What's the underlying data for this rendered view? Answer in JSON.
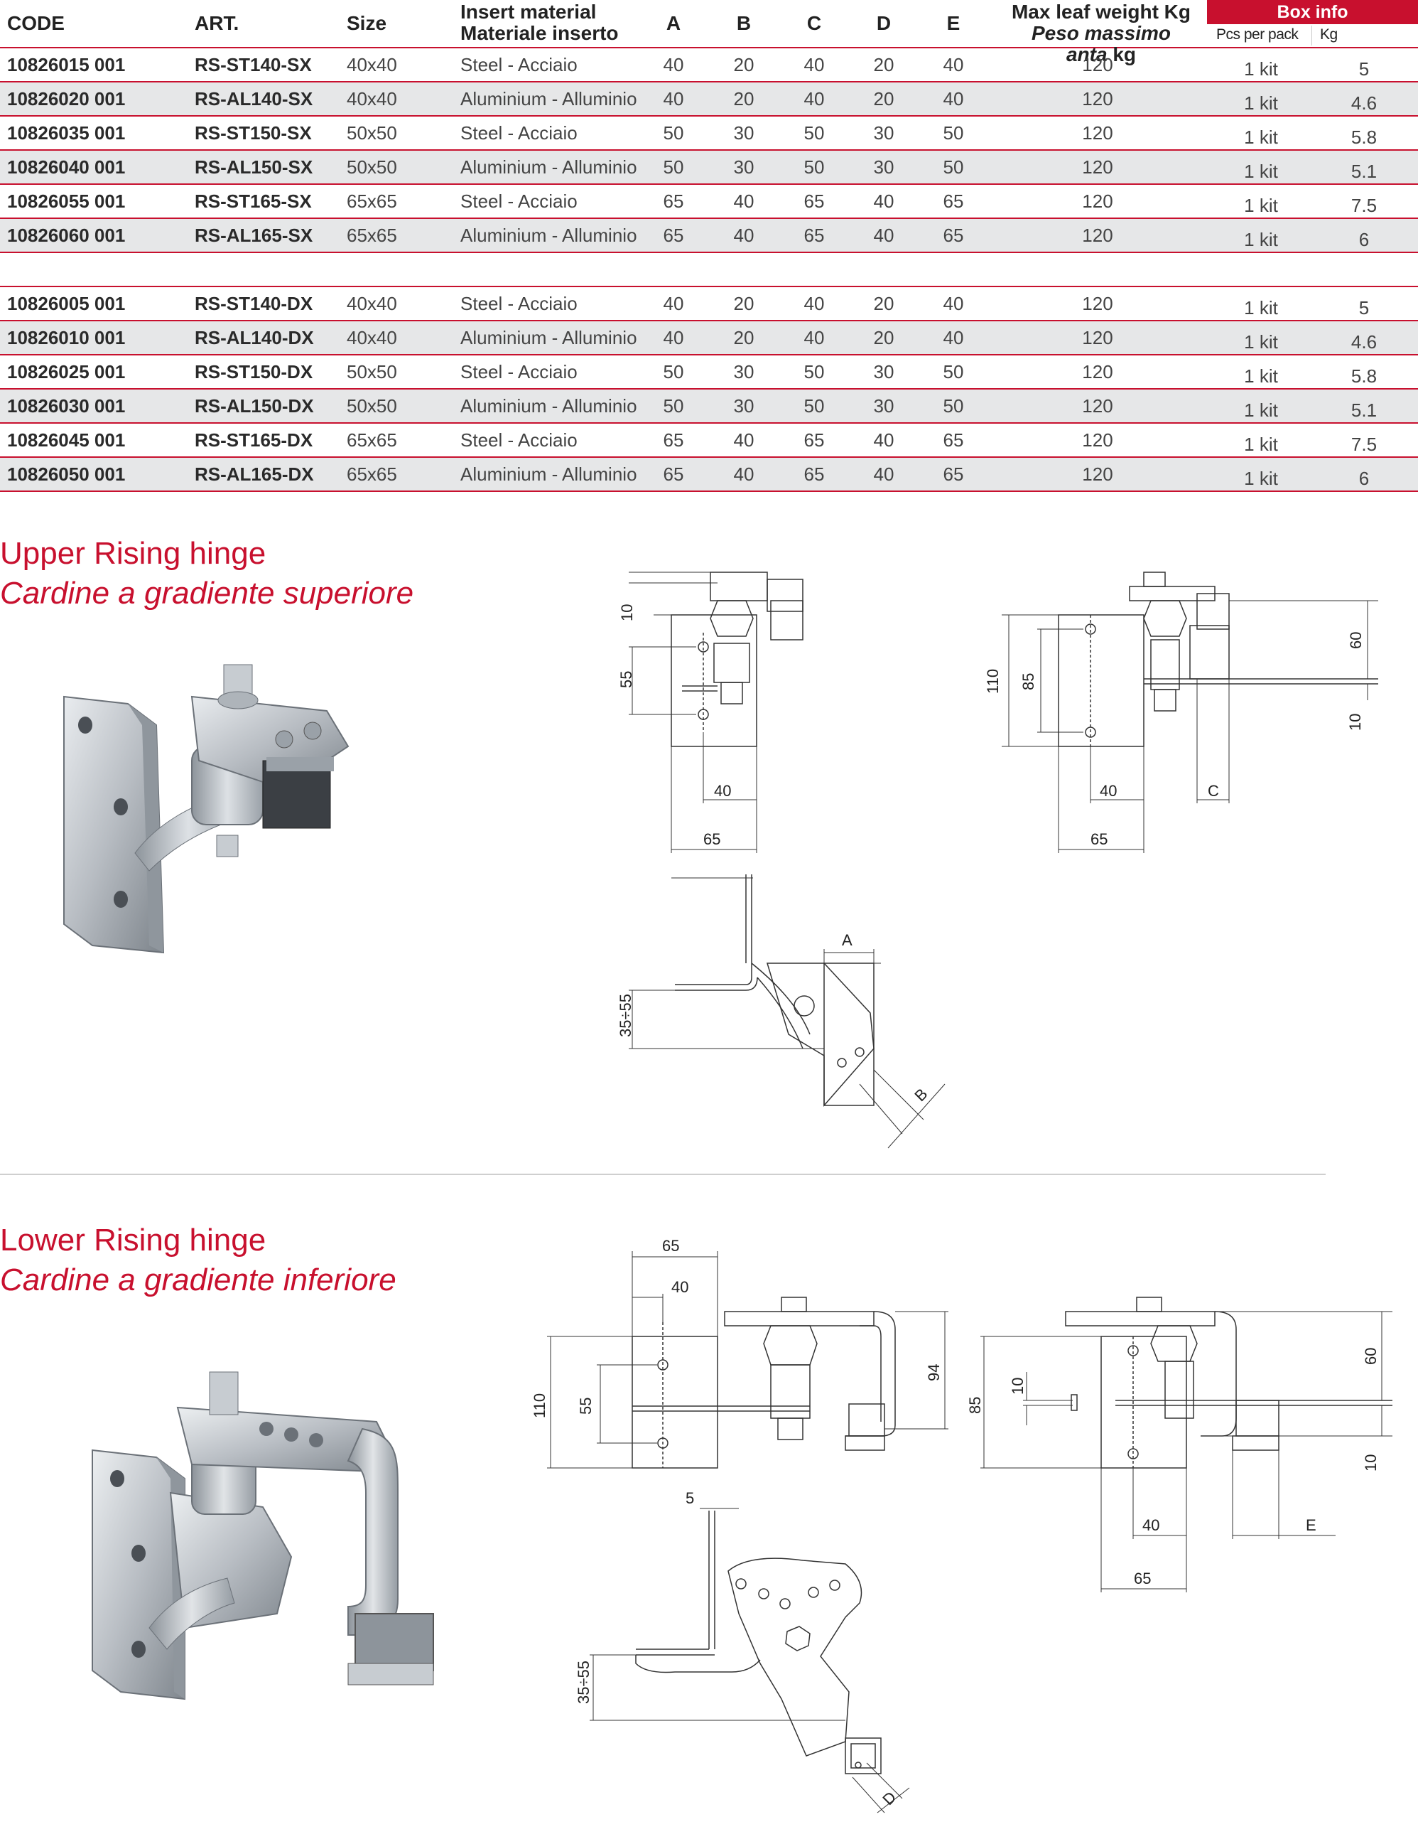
{
  "table": {
    "headers": {
      "code": "CODE",
      "art": "ART.",
      "size": "Size",
      "insert_material_en": "Insert material",
      "insert_material_it": "Materiale inserto",
      "a": "A",
      "b": "B",
      "c": "C",
      "d": "D",
      "e": "E",
      "max_leaf_en": "Max leaf weight Kg",
      "max_leaf_it": "Peso massimo anta",
      "max_leaf_it_unit": "kg",
      "box_info": "Box info",
      "pcs_per_pack": "Pcs per pack",
      "kg": "Kg"
    },
    "rows_sx": [
      {
        "code": "10826015 001",
        "art": "RS-ST140-SX",
        "size": "40x40",
        "material": "Steel - Acciaio",
        "a": "40",
        "b": "20",
        "c": "40",
        "d": "20",
        "e": "40",
        "max": "120",
        "pcs": "1 kit",
        "kg": "5"
      },
      {
        "code": "10826020 001",
        "art": "RS-AL140-SX",
        "size": "40x40",
        "material": "Aluminium - Alluminio",
        "a": "40",
        "b": "20",
        "c": "40",
        "d": "20",
        "e": "40",
        "max": "120",
        "pcs": "1 kit",
        "kg": "4.6"
      },
      {
        "code": "10826035 001",
        "art": "RS-ST150-SX",
        "size": "50x50",
        "material": "Steel - Acciaio",
        "a": "50",
        "b": "30",
        "c": "50",
        "d": "30",
        "e": "50",
        "max": "120",
        "pcs": "1 kit",
        "kg": "5.8"
      },
      {
        "code": "10826040 001",
        "art": "RS-AL150-SX",
        "size": "50x50",
        "material": "Aluminium - Alluminio",
        "a": "50",
        "b": "30",
        "c": "50",
        "d": "30",
        "e": "50",
        "max": "120",
        "pcs": "1 kit",
        "kg": "5.1"
      },
      {
        "code": "10826055 001",
        "art": "RS-ST165-SX",
        "size": "65x65",
        "material": "Steel - Acciaio",
        "a": "65",
        "b": "40",
        "c": "65",
        "d": "40",
        "e": "65",
        "max": "120",
        "pcs": "1 kit",
        "kg": "7.5"
      },
      {
        "code": "10826060 001",
        "art": "RS-AL165-SX",
        "size": "65x65",
        "material": "Aluminium - Alluminio",
        "a": "65",
        "b": "40",
        "c": "65",
        "d": "40",
        "e": "65",
        "max": "120",
        "pcs": "1 kit",
        "kg": "6"
      }
    ],
    "rows_dx": [
      {
        "code": "10826005 001",
        "art": "RS-ST140-DX",
        "size": "40x40",
        "material": "Steel - Acciaio",
        "a": "40",
        "b": "20",
        "c": "40",
        "d": "20",
        "e": "40",
        "max": "120",
        "pcs": "1 kit",
        "kg": "5"
      },
      {
        "code": "10826010 001",
        "art": "RS-AL140-DX",
        "size": "40x40",
        "material": "Aluminium - Alluminio",
        "a": "40",
        "b": "20",
        "c": "40",
        "d": "20",
        "e": "40",
        "max": "120",
        "pcs": "1 kit",
        "kg": "4.6"
      },
      {
        "code": "10826025 001",
        "art": "RS-ST150-DX",
        "size": "50x50",
        "material": "Steel - Acciaio",
        "a": "50",
        "b": "30",
        "c": "50",
        "d": "30",
        "e": "50",
        "max": "120",
        "pcs": "1 kit",
        "kg": "5.8"
      },
      {
        "code": "10826030 001",
        "art": "RS-AL150-DX",
        "size": "50x50",
        "material": "Aluminium - Alluminio",
        "a": "50",
        "b": "30",
        "c": "50",
        "d": "30",
        "e": "50",
        "max": "120",
        "pcs": "1 kit",
        "kg": "5.1"
      },
      {
        "code": "10826045 001",
        "art": "RS-ST165-DX",
        "size": "65x65",
        "material": "Steel - Acciaio",
        "a": "65",
        "b": "40",
        "c": "65",
        "d": "40",
        "e": "65",
        "max": "120",
        "pcs": "1 kit",
        "kg": "7.5"
      },
      {
        "code": "10826050 001",
        "art": "RS-AL165-DX",
        "size": "65x65",
        "material": "Aluminium - Alluminio",
        "a": "65",
        "b": "40",
        "c": "65",
        "d": "40",
        "e": "65",
        "max": "120",
        "pcs": "1 kit",
        "kg": "6"
      }
    ]
  },
  "upper": {
    "title_en": "Upper Rising hinge",
    "title_it": "Cardine a gradiente superiore",
    "dims": {
      "d10": "10",
      "d55": "55",
      "d40": "40",
      "d65": "65",
      "d110": "110",
      "d85": "85",
      "d60": "60",
      "d10b": "10",
      "c": "C",
      "a": "A",
      "b": "B",
      "d3555": "35÷55"
    }
  },
  "lower": {
    "title_en": "Lower Rising hinge",
    "title_it": "Cardine a gradiente inferiore",
    "dims": {
      "d65": "65",
      "d40": "40",
      "d110": "110",
      "d55": "55",
      "d94": "94",
      "d85": "85",
      "d10": "10",
      "d60": "60",
      "d10b": "10",
      "d40b": "40",
      "e": "E",
      "d65b": "65",
      "d5": "5",
      "d3555": "35÷55",
      "d": "D"
    }
  }
}
